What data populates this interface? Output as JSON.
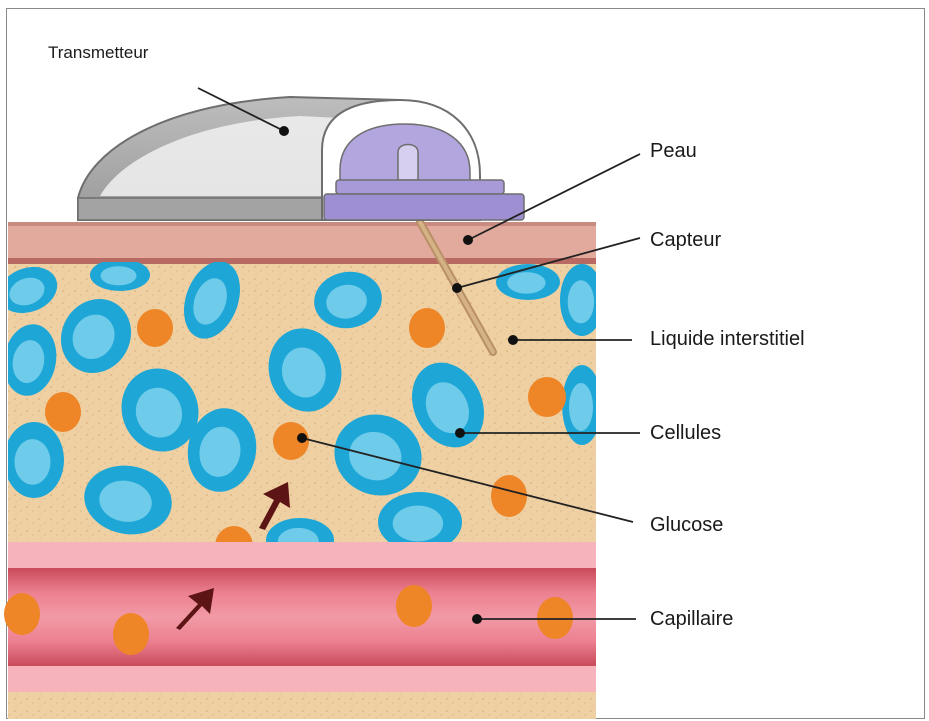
{
  "labels": {
    "transmitter": "Transmetteur",
    "skin": "Peau",
    "sensor": "Capteur",
    "interstitial_fluid": "Liquide interstitiel",
    "cells": "Cellules",
    "glucose": "Glucose",
    "capillary": "Capillaire"
  },
  "colors": {
    "skin": "#e2a99d",
    "tissue": "#efd0a3",
    "cell_outer": "#1ea7d6",
    "cell_inner": "#6ecbea",
    "glucose": "#ee8526",
    "capillary_wall": "#f6b3bb",
    "capillary_blood": "#e86a77",
    "arrow": "#5d1414",
    "sensor_body": "#a89ad8",
    "transmitter_shell": "#c9c9c9"
  }
}
